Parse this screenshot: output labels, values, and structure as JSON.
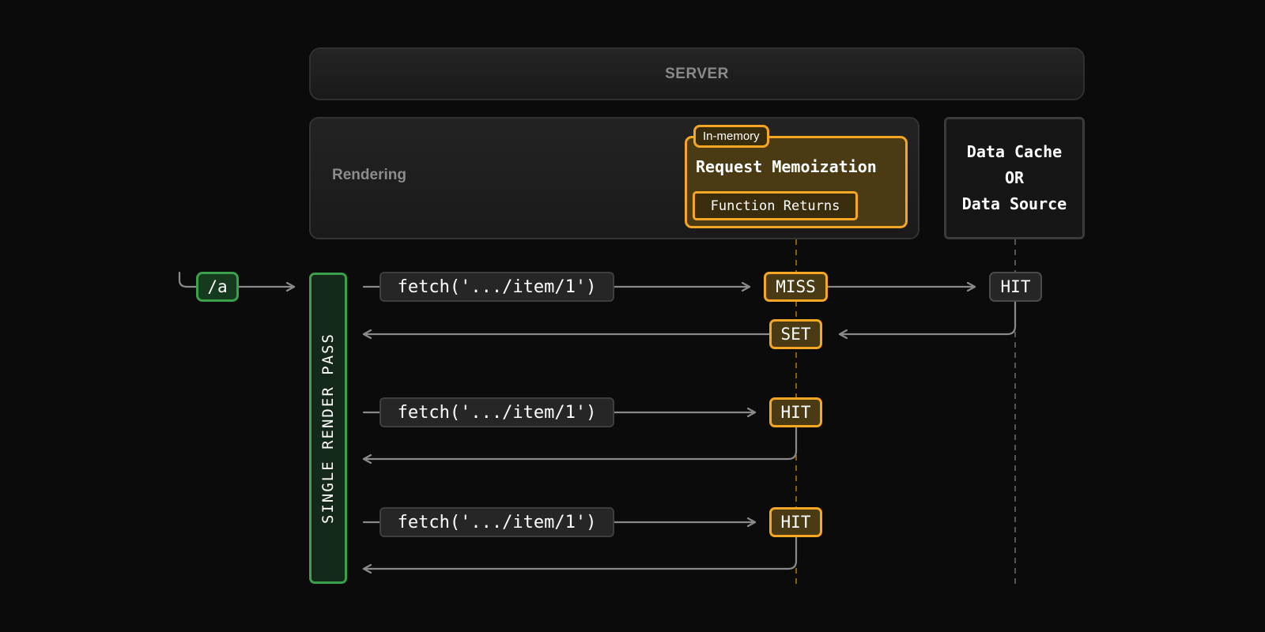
{
  "server": {
    "label": "SERVER"
  },
  "rendering": {
    "label": "Rendering"
  },
  "memoization": {
    "tag": "In-memory",
    "title": "Request Memoization",
    "content": "Function Returns"
  },
  "data_cache": {
    "line1": "Data Cache",
    "line2": "OR",
    "line3": "Data Source"
  },
  "render_pass": {
    "label": "SINGLE RENDER PASS"
  },
  "route": {
    "label": "/a"
  },
  "requests": [
    {
      "fetch": "fetch('.../item/1')",
      "memo_status": "MISS",
      "set_label": "SET",
      "cache_status": "HIT"
    },
    {
      "fetch": "fetch('.../item/1')",
      "memo_status": "HIT"
    },
    {
      "fetch": "fetch('.../item/1')",
      "memo_status": "HIT"
    }
  ],
  "colors": {
    "background": "#0b0b0b",
    "memo_accent": "#f5a623",
    "render_accent": "#3aa04a",
    "line": "#8a8a8a"
  }
}
